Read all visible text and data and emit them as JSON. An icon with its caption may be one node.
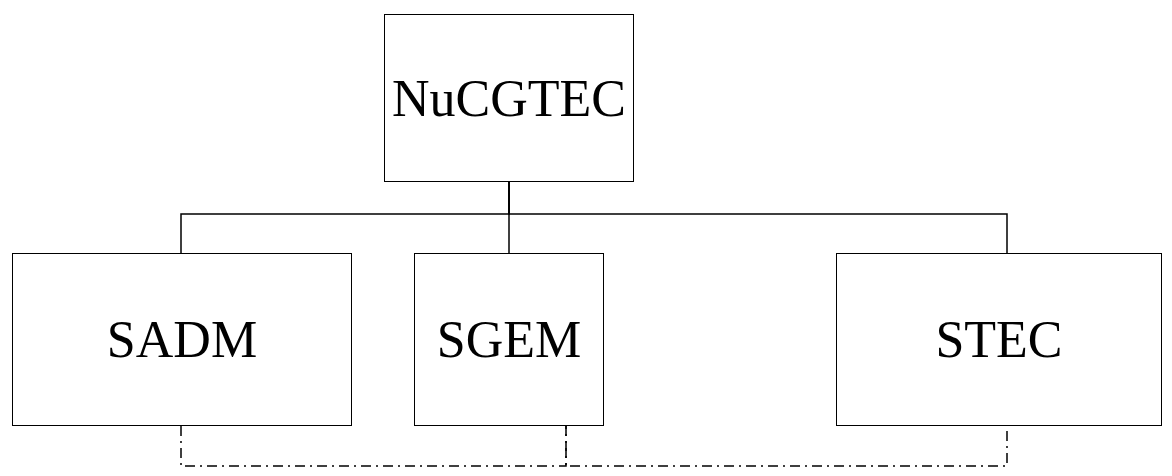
{
  "diagram": {
    "nodes": [
      {
        "text": [
          "NuCGTEC"
        ]
      },
      {
        "text": [
          "SADM"
        ]
      },
      {
        "text": [
          "SGEM"
        ]
      },
      {
        "text": [
          "STEC"
        ]
      }
    ],
    "edges": [
      {
        "from": 0,
        "to": 1,
        "arrow": "none"
      },
      {
        "from": 0,
        "to": 2,
        "arrow": "none"
      },
      {
        "from": 0,
        "to": 3,
        "arrow": "none"
      },
      {
        "from": 1,
        "to": 2,
        "arrow": "none",
        "style": "dashed"
      },
      {
        "from": 2,
        "to": 3,
        "arrow": "none",
        "style": "dashed"
      }
    ]
  }
}
